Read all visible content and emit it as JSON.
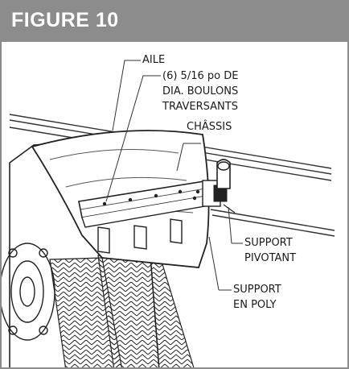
{
  "figure": {
    "title": "FIGURE 10",
    "header_color": "#8c8c8c"
  },
  "labels": {
    "aile": "AILE",
    "boulons": [
      "(6) 5/16 po DE",
      "DIA. BOULONS",
      "TRAVERSANTS"
    ],
    "chassis": "CHÂSSIS",
    "support_pivotant": [
      "SUPPORT",
      "PIVOTANT"
    ],
    "support_poly": [
      "SUPPORT",
      "EN POLY"
    ]
  }
}
